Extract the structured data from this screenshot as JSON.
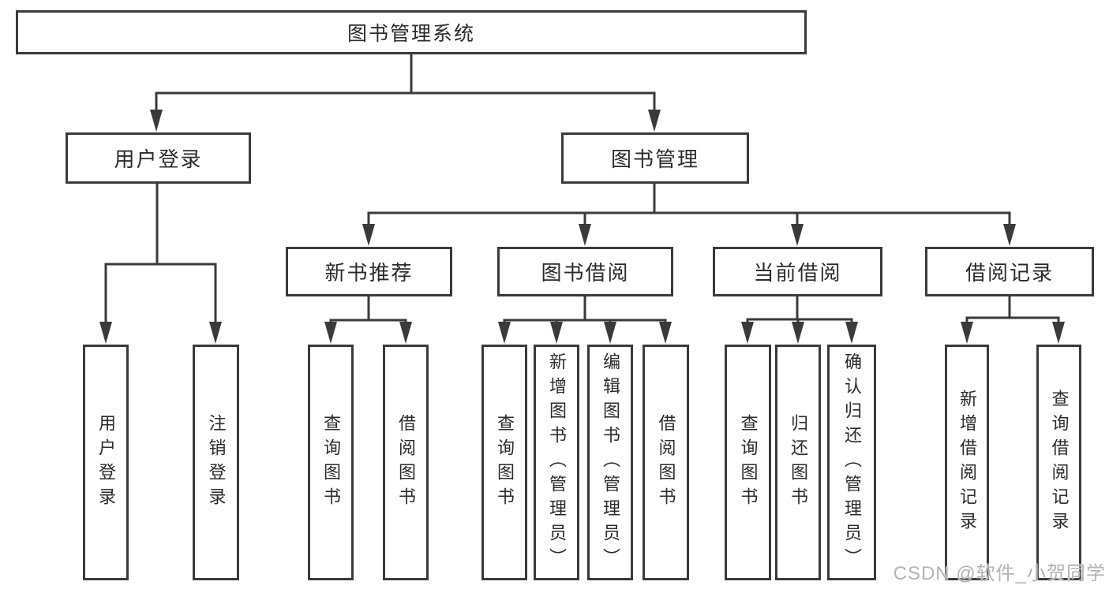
{
  "diagram_type": "hierarchy-diagram",
  "tree": {
    "label": "图书管理系统",
    "children": [
      {
        "label": "用户登录",
        "children": [
          {
            "label": "用户登录"
          },
          {
            "label": "注销登录"
          }
        ]
      },
      {
        "label": "图书管理",
        "children": [
          {
            "label": "新书推荐",
            "children": [
              {
                "label": "查询图书"
              },
              {
                "label": "借阅图书"
              }
            ]
          },
          {
            "label": "图书借阅",
            "children": [
              {
                "label": "查询图书"
              },
              {
                "label": "新增图书（管理员）"
              },
              {
                "label": "编辑图书（管理员）"
              },
              {
                "label": "借阅图书"
              }
            ]
          },
          {
            "label": "当前借阅",
            "children": [
              {
                "label": "查询图书"
              },
              {
                "label": "归还图书"
              },
              {
                "label": "确认归还（管理员）"
              }
            ]
          },
          {
            "label": "借阅记录",
            "children": [
              {
                "label": "新增借阅记录"
              },
              {
                "label": "查询借阅记录"
              }
            ]
          }
        ]
      }
    ]
  },
  "watermark": {
    "text": "CSDN @软件_小贺同学"
  },
  "colors": {
    "background": "#ffffff",
    "line": "#3a3a3a",
    "box_border": "#3a3a3a",
    "text": "#2b2b2b",
    "watermark": "#b3b3b3"
  }
}
